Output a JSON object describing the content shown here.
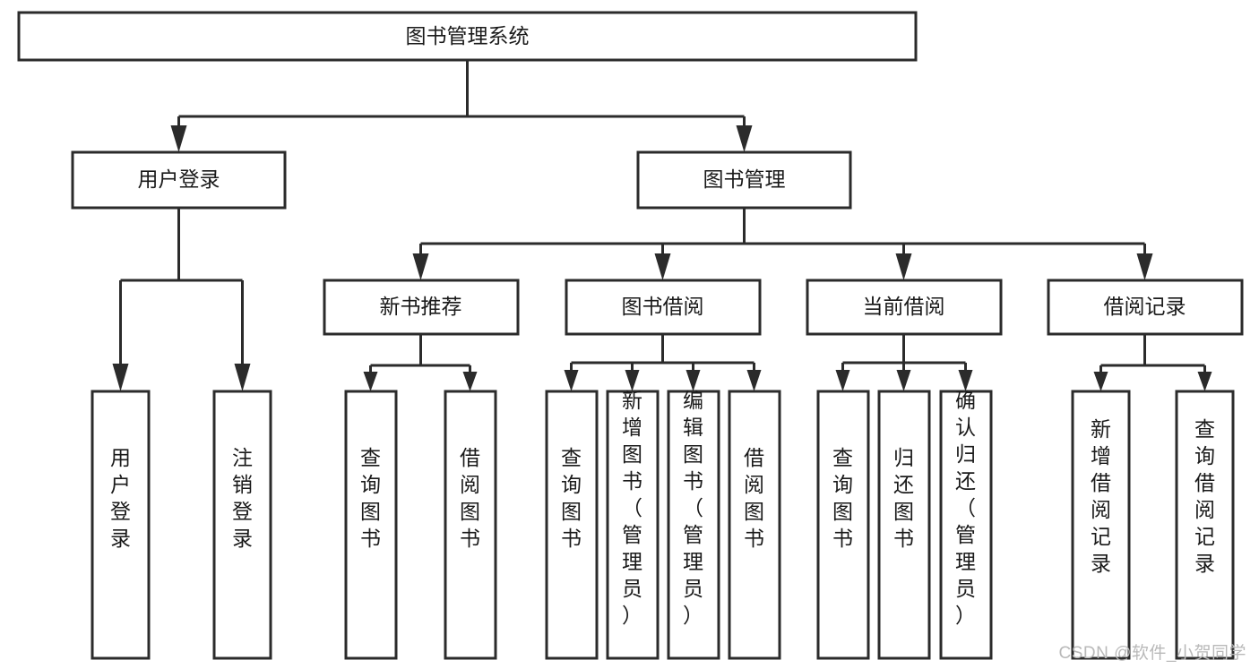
{
  "diagram": {
    "title": "图书管理系统",
    "type": "hierarchy-tree",
    "watermark": "CSDN @软件_小贺同学",
    "colors": {
      "box_stroke": "#2b2b2b",
      "box_fill": "#ffffff",
      "text": "#1a1a1a",
      "background": "#ffffff",
      "watermark": "#b9b9b9"
    },
    "levels": {
      "level1": [
        {
          "id": "root",
          "label": "图书管理系统",
          "orientation": "horizontal"
        }
      ],
      "level2": [
        {
          "id": "user-login",
          "label": "用户登录",
          "orientation": "horizontal",
          "parent": "root"
        },
        {
          "id": "book-manage",
          "label": "图书管理",
          "orientation": "horizontal",
          "parent": "root"
        }
      ],
      "level3": [
        {
          "id": "new-book-rec",
          "label": "新书推荐",
          "orientation": "horizontal",
          "parent": "book-manage"
        },
        {
          "id": "book-borrow",
          "label": "图书借阅",
          "orientation": "horizontal",
          "parent": "book-manage"
        },
        {
          "id": "current-borrow",
          "label": "当前借阅",
          "orientation": "horizontal",
          "parent": "book-manage"
        },
        {
          "id": "borrow-record",
          "label": "借阅记录",
          "orientation": "horizontal",
          "parent": "book-manage"
        }
      ],
      "level4": [
        {
          "id": "leaf-user-login",
          "label": "用户登录",
          "orientation": "vertical",
          "parent": "user-login"
        },
        {
          "id": "leaf-user-logout",
          "label": "注销登录",
          "orientation": "vertical",
          "parent": "user-login"
        },
        {
          "id": "leaf-query-book-1",
          "label": "查询图书",
          "orientation": "vertical",
          "parent": "new-book-rec"
        },
        {
          "id": "leaf-borrow-book-1",
          "label": "借阅图书",
          "orientation": "vertical",
          "parent": "new-book-rec"
        },
        {
          "id": "leaf-query-book-2",
          "label": "查询图书",
          "orientation": "vertical",
          "parent": "book-borrow"
        },
        {
          "id": "leaf-add-book",
          "label": "新增图书（管理员）",
          "orientation": "vertical",
          "parent": "book-borrow"
        },
        {
          "id": "leaf-edit-book",
          "label": "编辑图书（管理员）",
          "orientation": "vertical",
          "parent": "book-borrow"
        },
        {
          "id": "leaf-borrow-book-2",
          "label": "借阅图书",
          "orientation": "vertical",
          "parent": "book-borrow"
        },
        {
          "id": "leaf-query-book-3",
          "label": "查询图书",
          "orientation": "vertical",
          "parent": "current-borrow"
        },
        {
          "id": "leaf-return-book",
          "label": "归还图书",
          "orientation": "vertical",
          "parent": "current-borrow"
        },
        {
          "id": "leaf-confirm-return",
          "label": "确认归还（管理员）",
          "orientation": "vertical",
          "parent": "current-borrow"
        },
        {
          "id": "leaf-add-record",
          "label": "新增借阅记录",
          "orientation": "vertical",
          "parent": "borrow-record"
        },
        {
          "id": "leaf-query-record",
          "label": "查询借阅记录",
          "orientation": "vertical",
          "parent": "borrow-record"
        }
      ]
    }
  }
}
